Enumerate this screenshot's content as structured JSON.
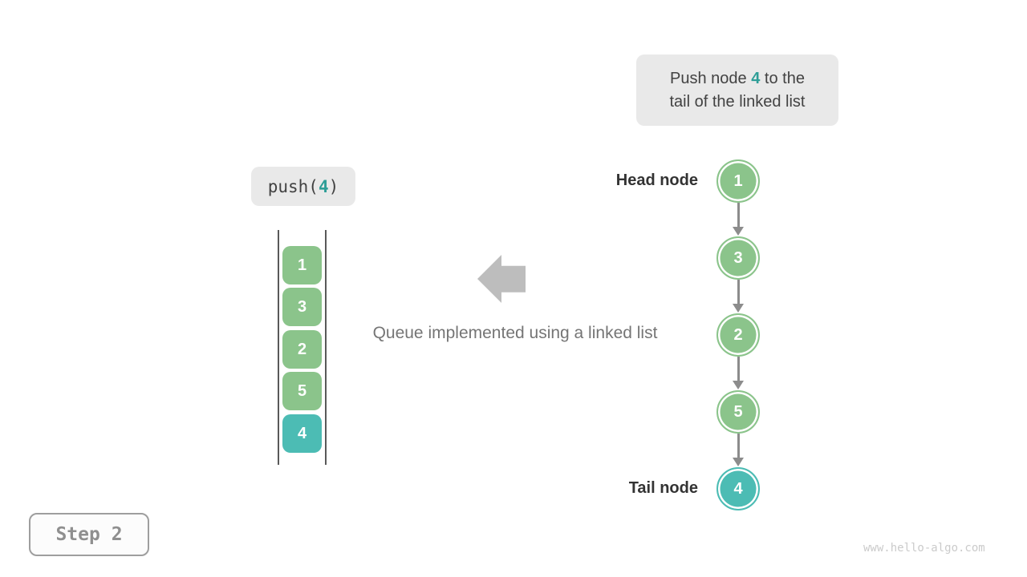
{
  "colors": {
    "green": "#8BC48B",
    "teal": "#4CBCB4",
    "accent_text": "#2E9E97"
  },
  "callout": {
    "text_pre": "Push node ",
    "highlight": "4",
    "text_mid": " to the",
    "text_line2": "tail of the linked list"
  },
  "push_label": {
    "pre": "push(",
    "arg": "4",
    "post": ")"
  },
  "queue": {
    "items": [
      {
        "value": "1",
        "color": "#8BC48B"
      },
      {
        "value": "3",
        "color": "#8BC48B"
      },
      {
        "value": "2",
        "color": "#8BC48B"
      },
      {
        "value": "5",
        "color": "#8BC48B"
      },
      {
        "value": "4",
        "color": "#4CBCB4"
      }
    ]
  },
  "caption": "Queue implemented using a linked list",
  "linked_list": {
    "head_label": "Head node",
    "tail_label": "Tail node",
    "nodes": [
      {
        "value": "1",
        "color": "#8BC48B"
      },
      {
        "value": "3",
        "color": "#8BC48B"
      },
      {
        "value": "2",
        "color": "#8BC48B"
      },
      {
        "value": "5",
        "color": "#8BC48B"
      },
      {
        "value": "4",
        "color": "#4CBCB4"
      }
    ]
  },
  "step_label": "Step 2",
  "watermark": "www.hello-algo.com"
}
